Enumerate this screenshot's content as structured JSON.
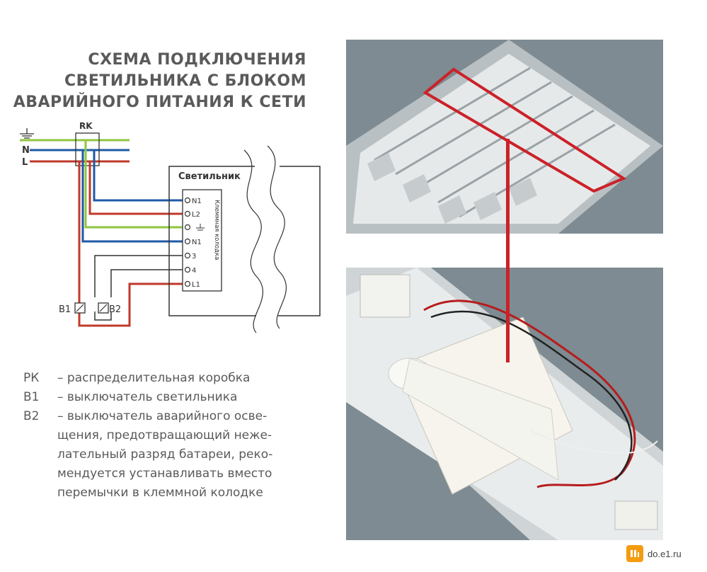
{
  "title": {
    "line1": "СХЕМА ПОДКЛЮЧЕНИЯ",
    "line2": "СВЕТИЛЬНИКА С БЛОКОМ",
    "line3": "АВАРИЙНОГО ПИТАНИЯ К СЕТИ"
  },
  "diagram": {
    "box_label": "RK",
    "line_n": "N",
    "line_l": "L",
    "fixture_label": "Светильник",
    "terminal_block_label": "Клеммная колодка",
    "terminals": [
      "N1",
      "L2",
      "",
      "N1",
      "3",
      "4",
      "L1"
    ],
    "switch_b1": "B1",
    "switch_b2": "B2"
  },
  "legend": {
    "rk_key": "РК",
    "rk_text": "– распределительная коробка",
    "b1_key": "B1",
    "b1_text": "– выключатель светильника",
    "b2_key": "B2",
    "b2_text": "– выключатель аварийного осве-",
    "b2_line2": "щения, предотвращающий неже-",
    "b2_line3": "лательный разряд батареи, реко-",
    "b2_line4": "мендуется устанавливать вместо",
    "b2_line5": "перемычки в клеммной колодке"
  },
  "watermark": {
    "text": "do.e1.ru"
  },
  "colors": {
    "neutral": "#1f5aa6",
    "live": "#c0392b",
    "ground": "#8fc63f",
    "highlight": "#cc2128",
    "text": "#5a5a5a"
  }
}
